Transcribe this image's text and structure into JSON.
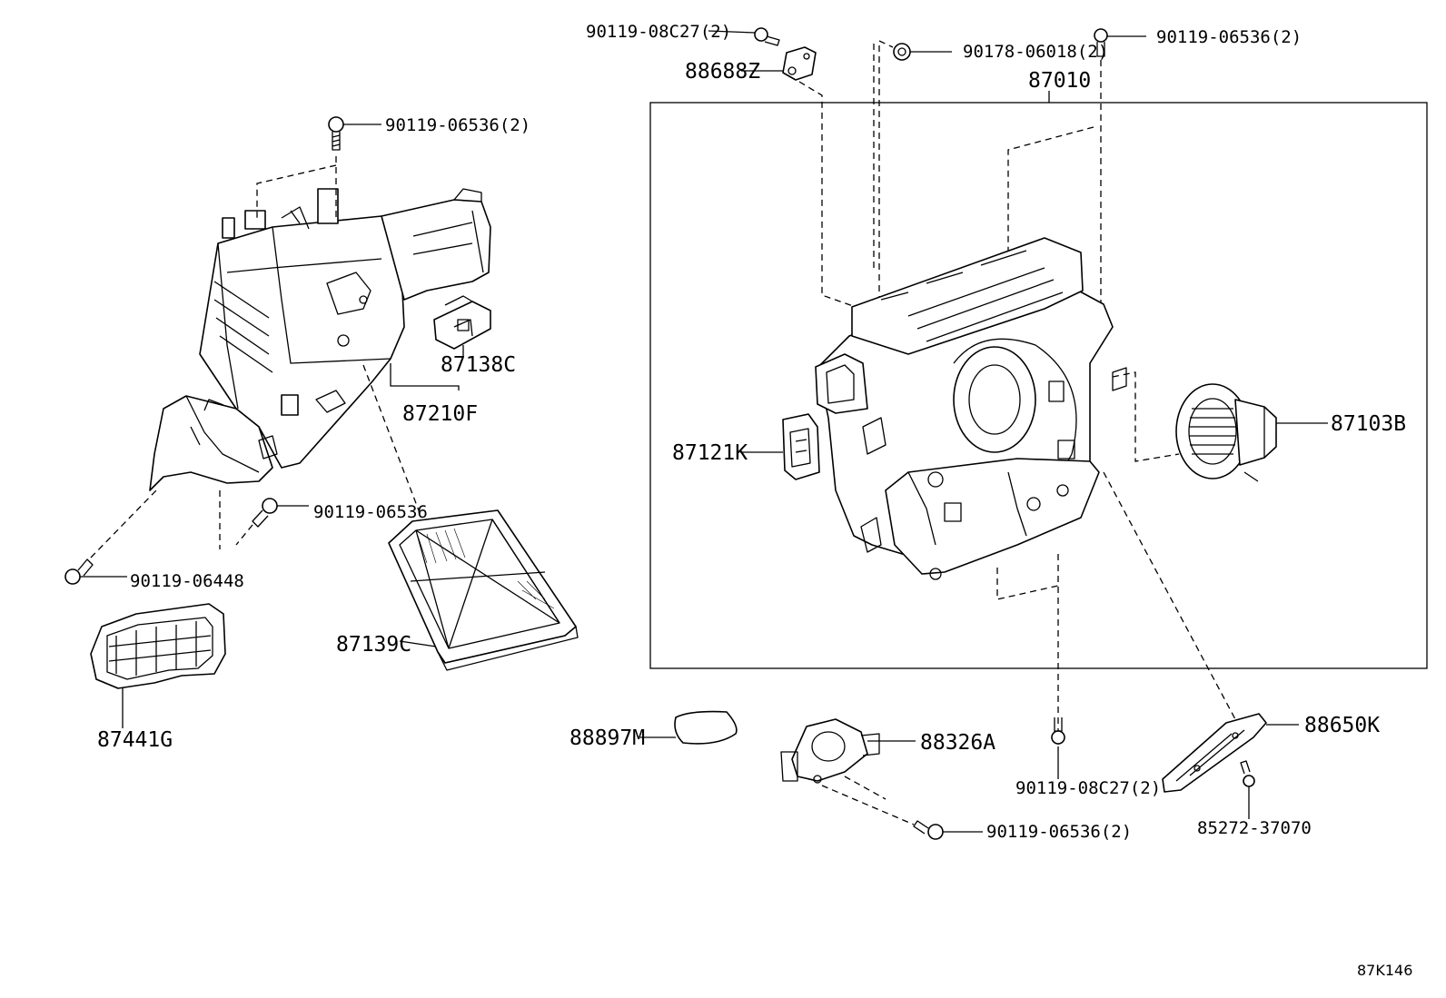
{
  "diagram": {
    "code": "87K146",
    "labels": {
      "p90119_08c27_2_top": "90119-08C27(2)",
      "p88688z": "88688Z",
      "p90178_06018_2": "90178-06018(2)",
      "p90119_06536_2_topright": "90119-06536(2)",
      "p87010": "87010",
      "p90119_06536_2_left": "90119-06536(2)",
      "p87138c": "87138C",
      "p87210f": "87210F",
      "p87121k": "87121K",
      "p87103b": "87103B",
      "p90119_06536": "90119-06536",
      "p90119_06448": "90119-06448",
      "p87139c": "87139C",
      "p87441g": "87441G",
      "p88897m": "88897M",
      "p88326a": "88326A",
      "p90119_08c27_2_bottom": "90119-08C27(2)",
      "p88650k": "88650K",
      "p85272_37070": "85272-37070",
      "p90119_06536_2_bottom": "90119-06536(2)"
    }
  }
}
